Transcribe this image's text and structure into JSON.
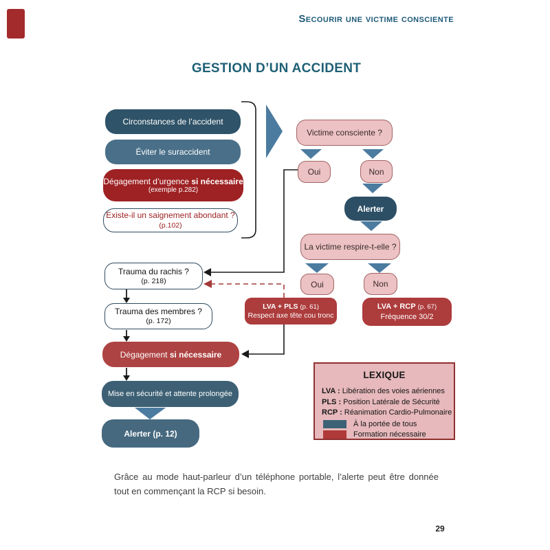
{
  "page": {
    "header": "Secourir une victime consciente",
    "title": "GESTION D’UN ACCIDENT",
    "footer_line1": "Grâce au mode haut-parleur d’un téléphone portable, l’alerte peut être donnée",
    "footer_line2": "tout en commençant la RCP si besoin.",
    "page_number": "29"
  },
  "flow": {
    "circonstances": {
      "label": "Circonstances de l’accident"
    },
    "eviter": {
      "label": "Éviter le suraccident"
    },
    "degagement_urgence": {
      "text": "Dégagement d’urgence",
      "bold": "si nécessaire",
      "sub": "(exemple p.282)"
    },
    "saignement": {
      "text": "Existe-il un saignement abondant ?",
      "ref": "(p.102)"
    },
    "victime_consciente": {
      "label": "Victime consciente ?"
    },
    "oui1": {
      "label": "Oui"
    },
    "non1": {
      "label": "Non"
    },
    "alerter1": {
      "label": "Alerter"
    },
    "respire": {
      "label": "La victime respire-t-elle ?"
    },
    "oui2": {
      "label": "Oui"
    },
    "non2": {
      "label": "Non"
    },
    "lva_pls": {
      "bold": "LVA + PLS",
      "ref": "(p. 61)",
      "line2": "Respect axe tête cou tronc"
    },
    "lva_rcp": {
      "bold": "LVA + RCP",
      "ref": "(p. 67)",
      "line2": "Fréquence 30/2"
    },
    "trauma_rachis": {
      "label": "Trauma du rachis ?",
      "ref": "(p. 218)"
    },
    "trauma_membres": {
      "label": "Trauma des membres ?",
      "ref": "(p. 172)"
    },
    "degagement_si": {
      "text": "Dégagement",
      "bold": "si nécessaire"
    },
    "mise_securite": {
      "label": "Mise en sécurité et attente prolongée"
    },
    "alerter2": {
      "label": "Alerter (p. 12)"
    }
  },
  "lexique": {
    "title": "LEXIQUE",
    "entries": [
      {
        "abbr": "LVA :",
        "def": "Libération des voies aériennes"
      },
      {
        "abbr": "PLS :",
        "def": "Position Latérale de Sécurité"
      },
      {
        "abbr": "RCP :",
        "def": "Réanimation Cardio-Pulmonaire"
      }
    ],
    "legend": [
      {
        "color": "#3d6276",
        "label": "À la portée de tous"
      },
      {
        "color": "#b03a3a",
        "label": "Formation nécessaire"
      }
    ]
  },
  "colors": {
    "header_teal": "#1d5a78",
    "title_teal": "#1f6076",
    "slate_dark": "#2f5368",
    "slate_mid": "#4a7089",
    "dark_red": "#9e2123",
    "brick_red": "#ad3c3c",
    "pink_fill": "#ecc2c4",
    "pink_border": "#a26363",
    "lexique_fill": "#e7b9bc",
    "lexique_border": "#8e2f2f",
    "arrow_blue": "#4c7ba0",
    "tab_red": "#a32b2b"
  }
}
